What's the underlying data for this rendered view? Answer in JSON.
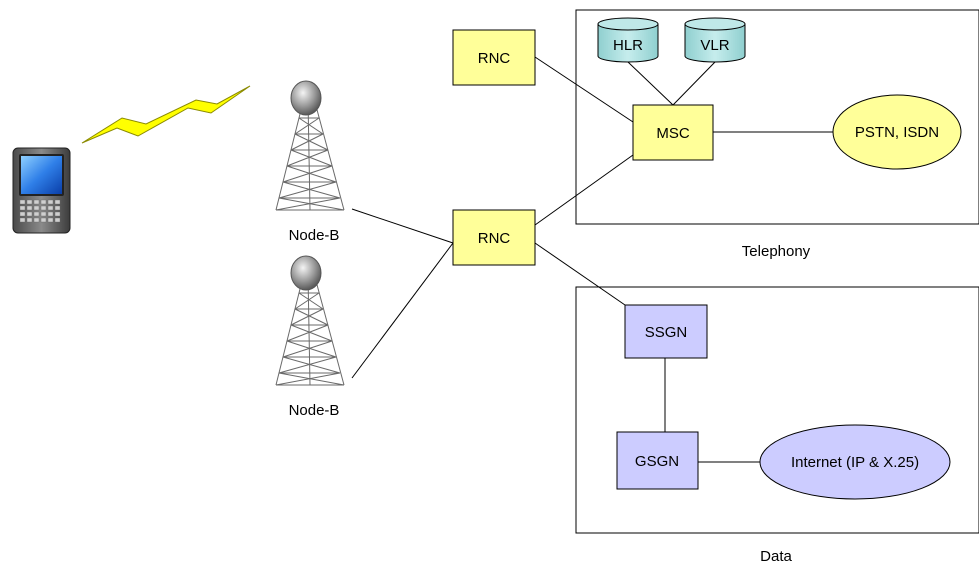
{
  "nodes": {
    "rnc_top": "RNC",
    "rnc_mid": "RNC",
    "msc": "MSC",
    "hlr": "HLR",
    "vlr": "VLR",
    "pstn": "PSTN, ISDN",
    "ssgn": "SSGN",
    "gsgn": "GSGN",
    "internet": "Internet (IP & X.25)",
    "nodeb_top": "Node-B",
    "nodeb_bottom": "Node-B"
  },
  "groups": {
    "telephony": "Telephony",
    "data": "Data"
  },
  "colors": {
    "rnc_fill": "#ffff99",
    "data_fill": "#ccccff",
    "db_fill": "#a8dede",
    "bolt_fill": "#ffff00",
    "phone_screen": "#1e6fe0"
  }
}
